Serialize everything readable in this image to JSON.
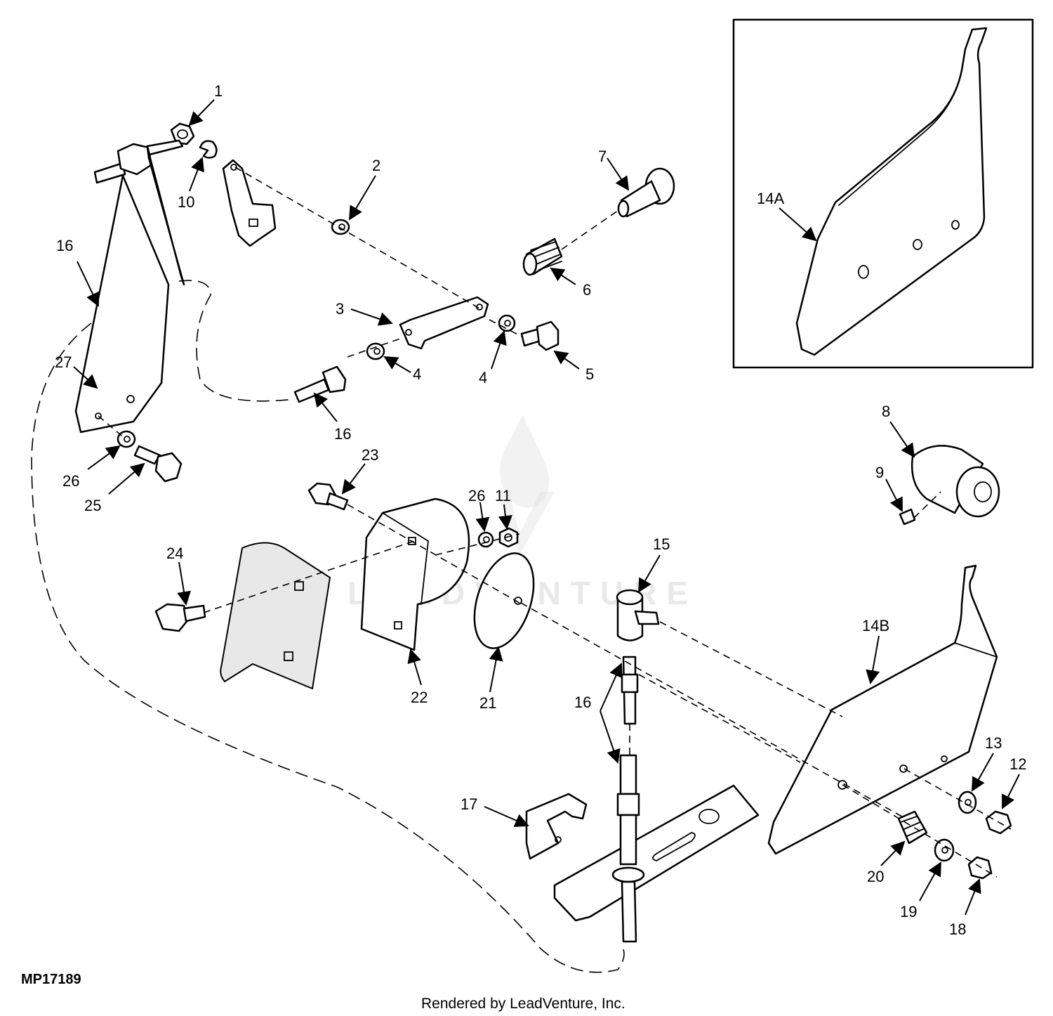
{
  "figure_id": "MP17189",
  "footer": "Rendered by LeadVenture, Inc.",
  "watermark": "LEADVENTURE",
  "callouts": [
    "1",
    "2",
    "3",
    "4",
    "4",
    "5",
    "6",
    "7",
    "8",
    "9",
    "10",
    "11",
    "12",
    "13",
    "14A",
    "14B",
    "15",
    "16",
    "16",
    "16",
    "17",
    "18",
    "19",
    "20",
    "21",
    "22",
    "23",
    "24",
    "25",
    "26",
    "26",
    "27"
  ],
  "colors": {
    "ink": "#000000",
    "background": "#ffffff",
    "watermark": "#d0d0d0"
  }
}
